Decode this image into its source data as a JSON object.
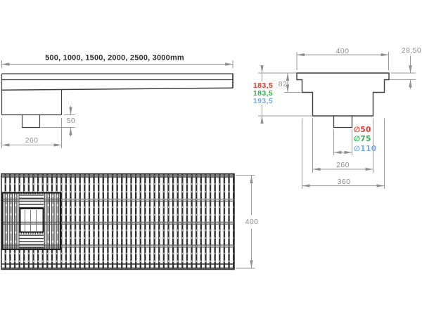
{
  "colors": {
    "line": "#3f3f3f",
    "dimension": "#8f8f8f",
    "red": "#e0392e",
    "green": "#2fb14b",
    "blue": "#79aae9"
  },
  "side_view": {
    "length_options": "500, 1000, 1500, 2000, 2500, 3000mm",
    "outlet_height": "50",
    "sump_width": "260"
  },
  "cross_section": {
    "top_width": "400",
    "rim_height": "28,50",
    "rim_depth": "82",
    "depths": [
      {
        "value": "183,5",
        "color": "#e0392e"
      },
      {
        "value": "183,5",
        "color": "#2fb14b"
      },
      {
        "value": "193,5",
        "color": "#79aae9"
      }
    ],
    "outlets": [
      {
        "label": "∅50",
        "color": "#e0392e"
      },
      {
        "label": "∅75",
        "color": "#2fb14b"
      },
      {
        "label": "∅110",
        "color": "#79aae9"
      }
    ],
    "bottom_width": "260",
    "body_width": "360"
  },
  "plan_view": {
    "length": "400"
  }
}
